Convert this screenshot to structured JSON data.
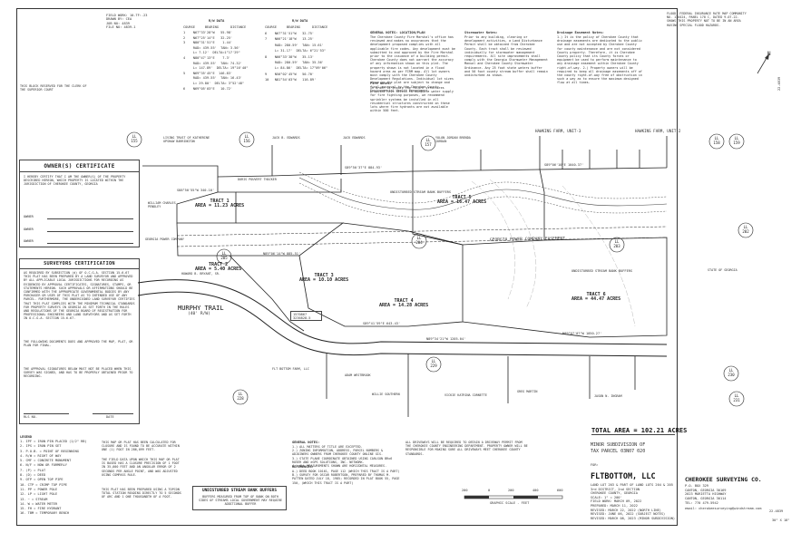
{
  "file_block": [
    "FIELD WORK: 10-TF:-23",
    "DRAWN BY: CEA",
    "JOB NO: 4839",
    "FILE NO: 4839-1"
  ],
  "left_note": "THIS BLOCK RESERVED FOR THE CLERK OF THE SUPERIOR COURT",
  "rw_title_1": "R/W DATA",
  "rw_title_2": "R/W DATA",
  "rw_cols": [
    "COURSE",
    "BEARING",
    "DISTANCE"
  ],
  "rw_rows_1": [
    "1    N67°33'28\"W   55.98'",
    "2    N67°25'14\"E   32.25'",
    "3    N80°31'51\"E    1.44'",
    "     RAD= 439.55'  TAN= 3.56'",
    "     L= 7.12'  DELTA=1°17'29\"",
    "4    N80°47'13\"E    7.3'",
    "     RAD= 439.55'  TAN= 74.32'",
    "     L= 147.89'  DELTA= 19°16'40\"",
    "5    N69°35'45\"E  146.83'",
    "     RAD= 439.55'  TAN= 16.43'",
    "     L= 29.80'  DELTA= 3°52'48\"",
    "6    N69°05'03\"E   10.72'"
  ],
  "rw_rows_2": [
    "6    N67°31'51\"W   32.75'",
    "7    N66°21'18\"W   13.25'",
    "     RAD= 280.59'  TAN= 15.61'",
    "     L= 31.17'  DELTA= 6°21'53\"",
    "8    N66°33'38\"W   35.13'",
    "     RAD= 280.59'  TAN= 35.36'",
    "     L= 84.86'  DELTA= 17°09'06\"",
    "9    N50°02'45\"W   50.70'",
    "10   N81°54'03\"W   116.89'"
  ],
  "general_notes_title": "GENERAL NOTES: LOCATION/PLAN",
  "general_notes": "The Cherokee County Fire Marshal's office has reviewed and makes no assurances that the development proposed complies with all applicable fire codes. Any development must be submitted to and approved by the Fire Marshal prior to the issuance of a building permit. Cherokee County does not warrant the accuracy of any information shown on this plat. The property shown is not located in a flood hazard area as per FIRM map. All lot owners must comply with the Cherokee County Development Regulations. Individual lot sizes shown on the plat are subject to change and final approval by the Cherokee County Environmental Health Department.",
  "fire_notes_title": "Fire Notes:",
  "fire_notes": "In order to ensure the future structures proposed have access to adequate water supply for fire fighting purposes, we recommend sprinkler systems be installed in all residential structures constructed on these lots where fire hydrants are not available within 500 feet.",
  "stormwater_title": "Stormwater Notes:",
  "stormwater_notes": "Prior to any building, clearing or development activities, a Land Disturbance Permit shall be obtained from Cherokee County. Each tract shall be reviewed individually for stormwater management requirements. All site improvements shall comply with the Georgia Stormwater Management Manual and Cherokee County Stormwater Ordinance. Any 25 foot state waters buffer and 50 foot county stream buffer shall remain undisturbed as shown.",
  "drainage_title": "Drainage Easement Notes:",
  "drainage_notes": "1.) It is the policy of Cherokee County that drainage easements are dedicated to the public use and are not accepted by Cherokee County for county maintenance and are not considered County property. Therefore, it is Cherokee County policy that its County forces or equipment be used to perform maintenance to any drainage easement within Cherokee County right-of-way. 2.) Property owners will be required to keep all drainage easements off of the county right-of-way free of obstruction in such a way as to ensure the maximum designed flow at all times.",
  "flood_note": "FLOOD: FEDERAL INSURANCE RATE MAP COMMUNITY NO. 130424, PANEL 178 C, DATED 9-07-22. SHOWS THIS PROPERTY NOT TO BE IN AN AREA HAVING SPECIAL FLOOD HAZARDS.",
  "owner_title": "OWNER(S) CERTIFICATE",
  "owner_text": "I HEREBY CERTIFY THAT I AM THE OWNER(S) OF THE PROPERTY DESCRIBED HEREON, WHICH PROPERTY IS LOCATED WITHIN THE JURISDICTION OF CHEROKEE COUNTY, GEORGIA",
  "owner_lines": [
    "OWNER",
    "OWNER",
    "OWNER"
  ],
  "surveyor_title": "SURVEYORS CERTIFICATION",
  "surveyor_text": "AS REQUIRED BY SUBSECTION (d) OF O.C.G.A. SECTION 15-6-67 THIS PLAT HAS BEEN PREPARED BY A LAND SURVEYOR AND APPROVED BY ALL APPLICABLE LOCAL JURISDICTIONS FOR RECORDING AS EVIDENCED BY APPROVAL CERTIFICATES, SIGNATURES, STAMPS, OR STATEMENTS HEREON. SUCH APPROVALS OR AFFIRMATIONS SHOULD BE CONFIRMED WITH THE APPROPRIATE GOVERNMENTAL BODIES BY ANY PURCHASER OR USER OF THIS PLAT AS TO INTENDED USE OF ANY PARCEL. FURTHERMORE, THE UNDERSIGNED LAND SURVEYOR CERTIFIES THAT THIS PLAT COMPLIES WITH THE MINIMUM TECHNICAL STANDARDS FOR PROPERTY SURVEYS IN GEORGIA AS SET FORTH IN THE RULES AND REGULATIONS OF THE GEORGIA BOARD OF REGISTRATION FOR PROFESSIONAL ENGINEERS AND LAND SURVEYORS AND AS SET FORTH IN O.C.G.A. SECTION 15-6-67.",
  "surveyor_extra": "THE FOLLOWING DOCUMENTS DOES AND APPROVED THE MAP, PLAT, OR PLAN FOR FINAL.",
  "approval_text": "THE APPROVAL SIGNATURES BELOW MUST NOT BE PLACED WHEN THIS SURVEY WAS SIGNED, AND HAS TO BE PROPERLY OBTAINED PRIOR TO RECORDING.",
  "rls_no": "RLS NO.",
  "date_label": "DATE",
  "legend_title": "LEGEND",
  "legend_items": [
    "1. IPF = IRON PIN PLACED (1/2\" RB)",
    "2. IPS = IRON PIN SET",
    "3. P.O.B. = POINT OF BEGINNING",
    "4. R/W = RIGHT OF WAY",
    "5. CMF = CONCRETE MONUMENT",
    "6. N/F = NOW OR FORMERLY",
    "7. (P) = PLAT",
    "8. (D) = DEED",
    "9. OTP = OPEN TOP PIPE",
    "10. CTP = CRIMP TOP PIPE",
    "11. PP = POWER POLE",
    "12. LP = LIGHT POLE",
    "13. ~ = STREAM",
    "14. W = WATER METER",
    "15. FH = FIRE HYDRANT",
    "16. TBM = TEMPORARY BENCH"
  ],
  "closure_text": "THIS MAP OR PLAT HAS BEEN CALCULATED FOR CLOSURE AND IS FOUND TO BE ACCURATE WITHIN ONE (1) FOOT IN 286,099 FEET.",
  "field_text": "THE FIELD DATA UPON WHICH THIS MAP OR PLAT IS BASED HAS A CLOSURE PRECISION OF 1 FOOT IN 35,000 FEET AND AN ANGULAR ERROR OF 2 SECONDS PER ANGLE POINT, AND WAS ADJUSTED USING COMPASS RULE.",
  "equipment_text": "THIS PLAT HAS BEEN PREPARED USING A TOPCON TOTAL STATION READING DIRECTLY TO 5 SECONDS OF ARC AND 1 ONE THOUSANDTH OF A FOOT.",
  "gen_notes_title": "GENERAL NOTES:",
  "gen_notes": [
    "1.) ALL MATTERS OF TITLE ARE EXCEPTED.",
    "2.) ZONING INFORMATION, ADDRESS, PARCEL NUMBERS & ADJOINERS OWNERS FROM CHEROKEE COUNTY ONLINE GIS.",
    "3.) STATE PLANE COORDINATE OBTAINED USING CARLSON BRx6 ROVER AND eGPS SOLUTIONS, INC. NETWORK.",
    "4.) ALL MEASUREMENTS SHOWN ARE HORIZONTAL MEASURES."
  ],
  "ref_title": "REFERENCES:",
  "refs": [
    "A.) DEED BOOK 10161, PAGE 112 (WHICH THIS TRACT IS A PART)",
    "B.) SURVEY FOR OSCAR ROBERTSON, PREPARED BY THOMAS M. PATTEN DATED JULY 18, 1985; RECORDED IN PLAT BOOK 55, PAGE 150, (WHICH THIS TRACT IS A PART)"
  ],
  "driveway_notes": [
    "ALL DRIVEWAYS WILL BE REQUIRED TO OBTAIN A DRIVEWAY PERMIT FROM THE CHEROKEE COUNTY ENGINEERING DEPARTMENT. PROPERTY OWNER WILL BE RESPONSIBLE FOR MAKING SURE ALL DRIVEWAYS MEET CHEROKEE COUNTY STANDARDS."
  ],
  "stream_box_title": "UNDISTURBED STREAM BANK BUFFERS",
  "stream_box_text": "BUFFERS MEASURED FROM TOP OF BANK ON BOTH SIDES OF STREAMS LOCAL GOVERNMENT MAY REQUIRE ADDITIONAL BUFFER",
  "total_area": "TOTAL AREA = 102.21 ACRES",
  "minor_sub": "MINOR SUBDIVISION OF",
  "tax_parcel": "TAX PARCEL 03N07 020",
  "for_label": "FOR:",
  "client": "FLTBOTTOM, LLC",
  "scale_ticks": [
    "200",
    "0",
    "200",
    "400",
    "600"
  ],
  "scale_label": "GRAPHIC SCALE - FEET",
  "land_lot_info": [
    "LAND LOT 203 & PART OF LAND LOTS 204 & 205",
    "3rd DISTRICT, 2nd SECTION",
    "CHEROKEE COUNTY, GEORGIA",
    "SCALE: 1\" = 200'",
    "FIELD WORK: MARCH 09, 2022",
    "PREPARED: MARCH 11, 2022",
    "REVISED: MARCH 22, 2022 (NORTH LINE)",
    "REVISED: JUNE 06, 2022 (SUBJECT NOTES)",
    "REVISED: MARCH 08, 2023 (MINOR SUBDIVISION)"
  ],
  "company": "CHEROKEE SURVEYING CO.",
  "company_info": [
    "P.O. BOX 329",
    "CANTON, GEORGIA 30169",
    "2023 MARIETTA HIGHWAY",
    "CANTON, GEORGIA 30114",
    "TEL: 770 479-5942"
  ],
  "company_email": "email: cherokeesurveying@windstream.com",
  "sheet_id": "22-4839",
  "sheet_size": "30\" X 18\"",
  "side_text": "22-4839",
  "north_label": "N",
  "ll_labels": [
    "LL 155",
    "LL 156",
    "LL 157",
    "LL 158",
    "LL 159",
    "LL 202",
    "LL 203",
    "LL 204",
    "LL 205",
    "LL 228",
    "LL 229",
    "LL 230",
    "LL 231"
  ],
  "tract1": "TRACT 1\nAREA = 11.23 ACRES",
  "tract2": "TRACT 2\nAREA = 5.40 ACRES",
  "tract3": "TRACT 3\nAREA = 10.10 ACRES",
  "tract4": "TRACT 4\nAREA = 14.28 ACRES",
  "tract5": "TRACT 5\nAREA = 16.47 ACRES",
  "tract6": "TRACT 6\nAREA = 44.47 ACRES",
  "murphy_trail": "MURPHY TRAIL",
  "murphy_rw": "(40' R/W)",
  "easement": "GEORGIA POWER COMPANY EASEMENT",
  "hawkins_3": "HAWKINS FARM, UNIT-3",
  "hawkins_2": "HAWKINS FARM, UNIT-2",
  "owners": [
    "LIVING TRUST OF KATHERINE UPSHAW BARRINGTON",
    "JACK B. EDWARDS",
    "JACK EDWARDS",
    "YOLON JORDAN BRENDA JORDAN",
    "WILLIAM CHARLES PENDLEY",
    "GEORGIA POWER COMPANY",
    "HOWARD B. BRYANT, SR.",
    "FLT BOTTOM FARM, LLC",
    "ADAM WESTBROOK",
    "WILLIE SOUTHERN",
    "VICKIE KATRINA CORNETTE",
    "GREG MARTIN",
    "JASON N. INGRAM",
    "STATE OF GEORGIA",
    "DORIS POUVERT THACKER"
  ],
  "bearing_labels": [
    "S89°50'37\"E 884.93'",
    "S89°06'10\"E 1040.37'",
    "N89°34'21\"W 1205.04'",
    "N89°07'07\"W 1050.27'",
    "S89°41'59\"E 643.43'",
    "N89°06'14\"W 885.51'",
    "S88°50'55\"W 340.10'"
  ],
  "stream_label": "UNDISTURBED STREAM BANK BUFFERS",
  "chip_num": "1570867",
  "chip_num2": "3236828-5"
}
